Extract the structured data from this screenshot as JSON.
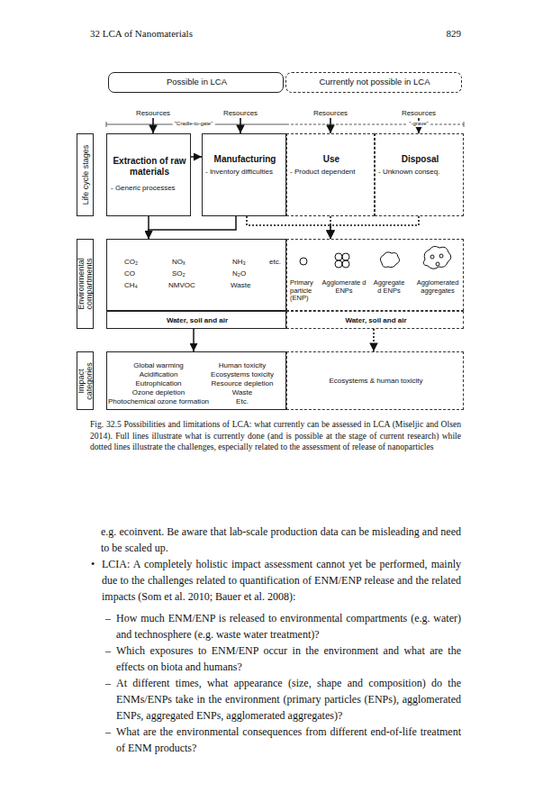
{
  "diagram": {
    "caption": "Fig. 32.5 Possibilities and limitations of LCA: what currently can be assessed in LCA (Miseljic and Olsen 2014). Full lines illustrate what is currently done (and is possible at the stage of current research) while dotted lines illustrate the challenges, especially related to the assessment of release of nanoparticles",
    "nodes": [
      {
        "text": [
          "Possible in LCA"
        ]
      },
      {
        "text": [
          "Currently not possible in LCA"
        ]
      },
      {
        "text": [
          "Life cycle stages"
        ]
      },
      {
        "text": [
          "Extraction of raw materials",
          "- Generic processes"
        ]
      },
      {
        "text": [
          "Manufacturing",
          "- Inventory difficulties"
        ]
      },
      {
        "text": [
          "Use",
          "- Product dependent"
        ]
      },
      {
        "text": [
          "Disposal",
          "- Unknown conseq."
        ]
      },
      {
        "text": [
          "Environmental compartments"
        ]
      },
      {
        "text": [
          "CO₂",
          "NOₓ",
          "NH₃",
          "etc.",
          "CO",
          "SO₂",
          "N₂O",
          "CH₄",
          "NMVOC",
          "Waste"
        ]
      },
      {
        "text": [
          "Primary particle (ENP)",
          "Agglomerate d ENPs",
          "Aggregate d ENPs",
          "Agglomerated aggregates"
        ]
      },
      {
        "text": [
          "Water, soil and air"
        ]
      },
      {
        "text": [
          "Water, soil and air"
        ]
      },
      {
        "text": [
          "Impact categories"
        ]
      },
      {
        "text": [
          "Global warming",
          "Human toxicity",
          "Acidification",
          "Ecosystems toxicity",
          "Eutrophication",
          "Resource depletion",
          "Ozone depletion",
          "Waste",
          "Photochemical ozone formation",
          "Etc."
        ]
      },
      {
        "text": [
          "Ecosystems & human toxicity"
        ]
      }
    ],
    "edges": [
      {
        "from": 3,
        "to": 4,
        "arrow": "to"
      },
      {
        "from": 3,
        "to": 8,
        "arrow": "to"
      },
      {
        "from": 4,
        "to": 8,
        "arrow": "to"
      },
      {
        "from": 4,
        "to": 9,
        "arrow": "to"
      },
      {
        "from": 5,
        "to": 9,
        "arrow": "to"
      },
      {
        "from": 6,
        "to": 9,
        "arrow": "to"
      },
      {
        "from": 10,
        "to": 13,
        "arrow": "to"
      },
      {
        "from": 11,
        "to": 14,
        "arrow": "to"
      }
    ],
    "labels": [
      "32 LCA of Nanomaterials",
      "829",
      "Resources",
      "Resources",
      "Resources",
      "Resources",
      "\"Cradle-to-gate\"",
      "\"-grave\"",
      "e.g. ecoinvent. Be aware that lab-scale production data can be misleading and need to be scaled up.",
      "•",
      "LCIA: A completely holistic impact assessment cannot yet be performed, mainly due to the challenges related to quantification of ENM/ENP release and the related impacts (Som et al. 2010; Bauer et al. 2008):",
      "–",
      "How much ENM/ENP is released to environmental compartments (e.g. water) and technosphere (e.g. waste water treatment)?",
      "–",
      "Which exposures to ENM/ENP occur in the environment and what are the effects on biota and humans?",
      "–",
      "At different times, what appearance (size, shape and composition) do the ENMs/ENPs take in the environment (primary particles (ENPs), agglomerated ENPs, aggregated ENPs, agglomerated aggregates)?",
      "–",
      "What are the environmental consequences from different end-of-life treatment of ENM products?"
    ]
  }
}
